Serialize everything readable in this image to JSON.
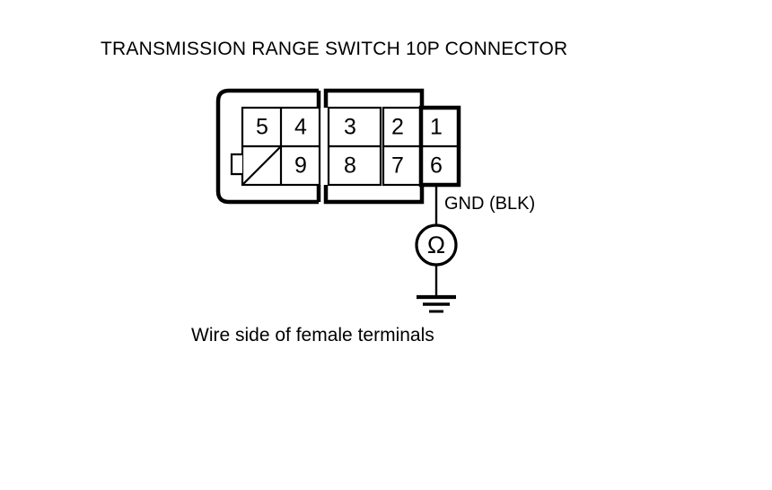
{
  "diagram": {
    "title": "TRANSMISSION RANGE SWITCH 10P CONNECTOR",
    "caption": "Wire side of female terminals",
    "wire_label": "GND (BLK)",
    "line_color": "#000000",
    "background_color": "#ffffff",
    "connector": {
      "type": "10P",
      "rows": [
        {
          "name": "top-row",
          "cells": [
            "5",
            "4",
            "3",
            "2",
            "1"
          ]
        },
        {
          "name": "bottom-row",
          "cells": [
            "",
            "9",
            "8",
            "7",
            "6"
          ]
        }
      ],
      "blank_cell_marker": "diagonal-slash",
      "locking_tab": "left-notch"
    },
    "meter": {
      "name": "ohmmeter",
      "symbol": "Ω"
    },
    "ground": {
      "name": "chassis-ground",
      "bars": 3
    },
    "probe_pin": "6"
  }
}
